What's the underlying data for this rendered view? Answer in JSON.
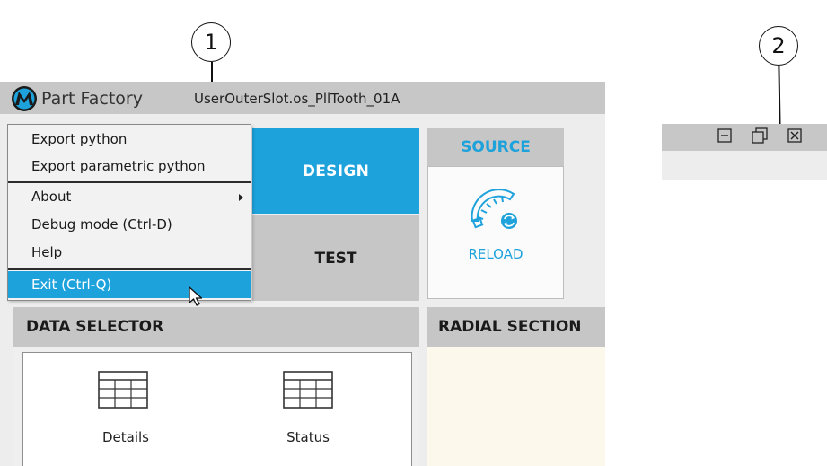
{
  "window": {
    "app_name": "Part Factory",
    "file_name": "UserOuterSlot.os_PllTooth_01A"
  },
  "menu": {
    "items": [
      {
        "label": "Export python"
      },
      {
        "label": "Export parametric python"
      },
      {
        "label": "About",
        "has_submenu": true
      },
      {
        "label": "Debug mode (Ctrl-D)"
      },
      {
        "label": "Help"
      },
      {
        "label": "Exit (Ctrl-Q)",
        "highlighted": true
      }
    ]
  },
  "tiles": {
    "design": "DESIGN",
    "test": "TEST",
    "source_header": "SOURCE",
    "reload": "RELOAD"
  },
  "panels": {
    "data_selector": {
      "title": "DATA SELECTOR",
      "items": [
        {
          "label": "Details",
          "icon": "table-icon"
        },
        {
          "label": "Status",
          "icon": "table-icon"
        }
      ]
    },
    "radial_section": {
      "title": "RADIAL SECTION"
    }
  },
  "callouts": [
    {
      "number": "1"
    },
    {
      "number": "2"
    }
  ],
  "window_controls": [
    "minimize-icon",
    "restore-icon",
    "close-icon"
  ],
  "colors": {
    "accent": "#1ea2dc",
    "titlebar": "#c7c7c7",
    "workspace": "#ededed",
    "radial_bg": "#fdf8ec"
  }
}
